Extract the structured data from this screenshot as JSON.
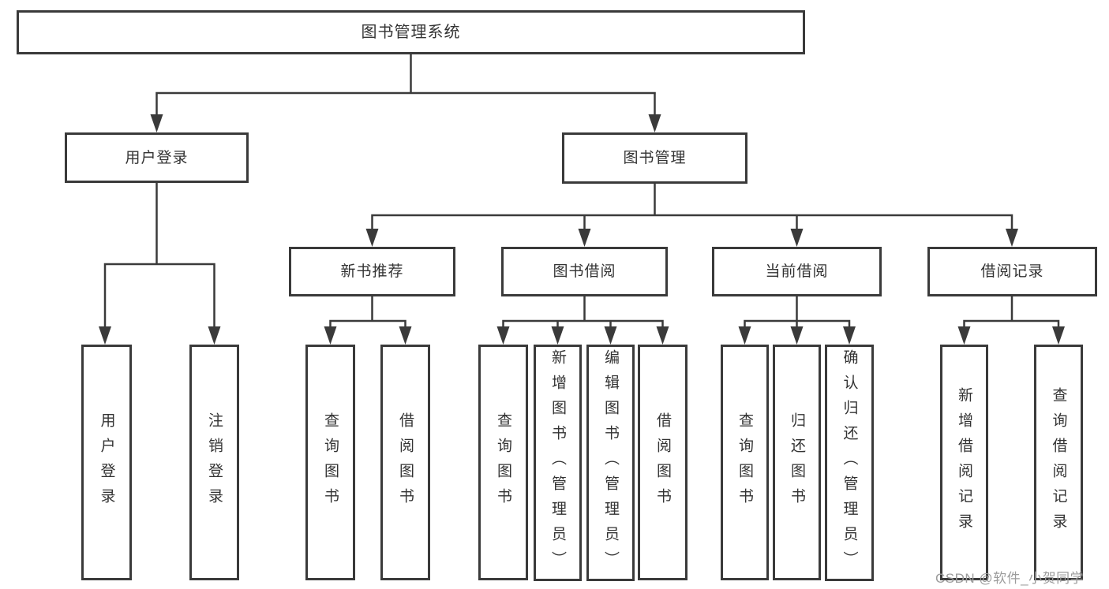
{
  "diagram_title": "图书管理系统",
  "nodes": {
    "root": {
      "label": "图书管理系统"
    },
    "user_login": {
      "label": "用户登录"
    },
    "book_mgmt": {
      "label": "图书管理"
    },
    "new_book_rec": {
      "label": "新书推荐"
    },
    "book_borrow": {
      "label": "图书借阅"
    },
    "current_borrow": {
      "label": "当前借阅"
    },
    "borrow_records": {
      "label": "借阅记录"
    },
    "leaf_user_login": {
      "label": "用户登录"
    },
    "leaf_logout": {
      "label": "注销登录"
    },
    "leaf_query_book_1": {
      "label": "查询图书"
    },
    "leaf_borrow_book_1": {
      "label": "借阅图书"
    },
    "leaf_query_book_2": {
      "label": "查询图书"
    },
    "leaf_add_book": {
      "label": "新增图书（管理员）"
    },
    "leaf_edit_book": {
      "label": "编辑图书（管理员）"
    },
    "leaf_borrow_book_2": {
      "label": "借阅图书"
    },
    "leaf_query_book_3": {
      "label": "查询图书"
    },
    "leaf_return_book": {
      "label": "归还图书"
    },
    "leaf_confirm_return": {
      "label": "确认归还（管理员）"
    },
    "leaf_add_record": {
      "label": "新增借阅记录"
    },
    "leaf_query_record": {
      "label": "查询借阅记录"
    }
  },
  "watermark": {
    "text": "CSDN @软件_小贺同学"
  },
  "colors": {
    "line": "#3a3a3a",
    "box_border": "#3a3a3a",
    "text": "#333333",
    "watermark": "#9c9c9c",
    "background": "#ffffff"
  }
}
